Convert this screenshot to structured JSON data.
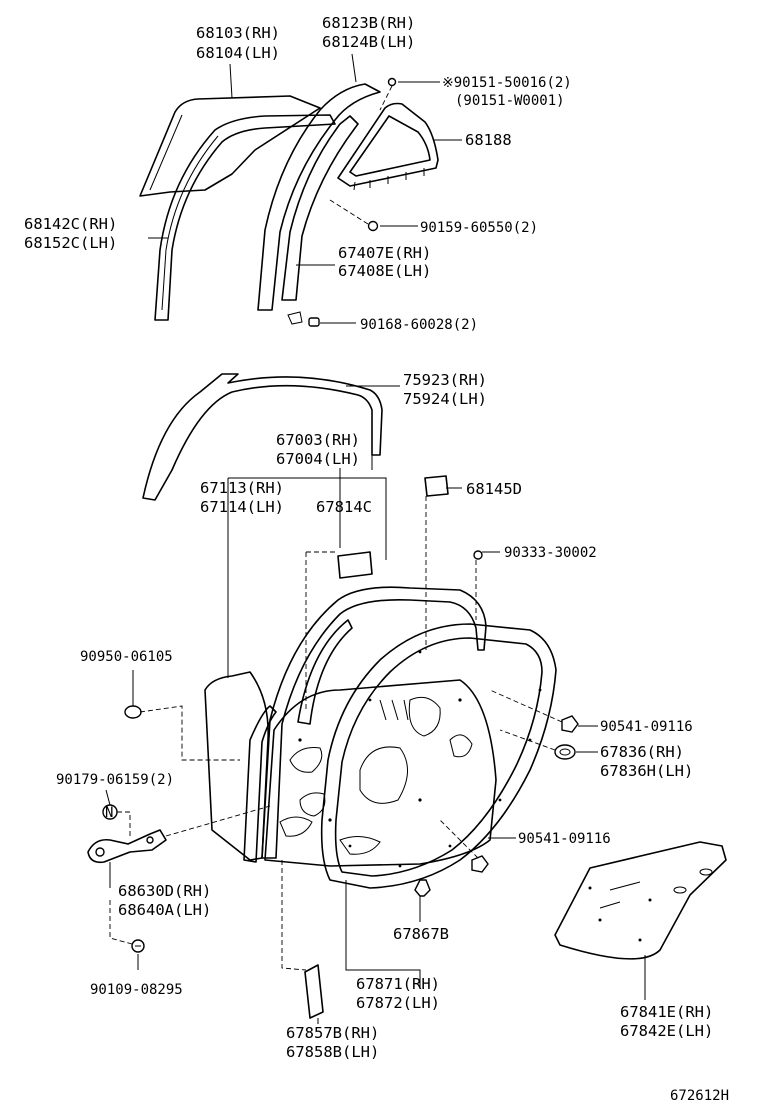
{
  "labels": {
    "p68103": "68103(RH)",
    "p68104": "68104(LH)",
    "p68123b": "68123B(RH)",
    "p68124b": "68124B(LH)",
    "p90151a": "※90151-50016(2)",
    "p90151b": "(90151-W0001)",
    "p68188": "68188",
    "p68142c": "68142C(RH)",
    "p68152c": "68152C(LH)",
    "p90159": "90159-60550(2)",
    "p67407e": "67407E(RH)",
    "p67408e": "67408E(LH)",
    "p90168": "90168-60028(2)",
    "p75923": "75923(RH)",
    "p75924": "75924(LH)",
    "p67003": "67003(RH)",
    "p67004": "67004(LH)",
    "p67113": "67113(RH)",
    "p67114": "67114(LH)",
    "p67814c": "67814C",
    "p68145d": "68145D",
    "p90333": "90333-30002",
    "p90950": "90950-06105",
    "p90541a": "90541-09116",
    "p67836": "67836(RH)",
    "p67836h": "67836H(LH)",
    "p90179": "90179-06159(2)",
    "markN": "N",
    "p90541b": "90541-09116",
    "p68630d": "68630D(RH)",
    "p68640a": "68640A(LH)",
    "p67867b": "67867B",
    "p90109": "90109-08295",
    "p67871": "67871(RH)",
    "p67872": "67872(LH)",
    "p67841e": "67841E(RH)",
    "p67842e": "67842E(LH)",
    "p67857b": "67857B(RH)",
    "p67858b": "67858B(LH)",
    "figure_id": "672612H"
  }
}
